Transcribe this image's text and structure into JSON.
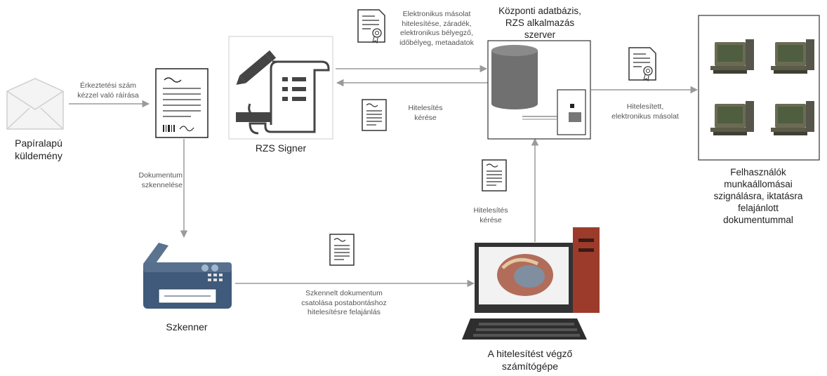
{
  "nodes": {
    "envelope": {
      "label_line1": "Papíralapú",
      "label_line2": "küldemény"
    },
    "signer": {
      "label": "RZS Signer"
    },
    "server": {
      "label_line1": "Központi adatbázis,",
      "label_line2": "RZS alkalmazás",
      "label_line3": "szerver"
    },
    "workstations": {
      "label_line1": "Felhasználók",
      "label_line2": "munkaállomásai",
      "label_line3": "szignálásra, iktatásra",
      "label_line4": "felajánlott",
      "label_line5": "dokumentummal"
    },
    "scanner": {
      "label": "Szkenner"
    },
    "computer": {
      "label_line1": "A hitelesítést végző",
      "label_line2": "számítógépe"
    }
  },
  "edges": {
    "e1": {
      "line1": "Érkeztetési szám",
      "line2": "kézzel való ráírása"
    },
    "e2": {
      "line1": "Dokumentum",
      "line2": "szkennelése"
    },
    "e3": {
      "line1": "Elektronikus másolat",
      "line2": "hitelesítése, záradék,",
      "line3": "elektronikus bélyegző,",
      "line4": "időbélyeg, metaadatok"
    },
    "e4": {
      "line1": "Hitelesítés",
      "line2": "kérése"
    },
    "e5": {
      "line1": "Hitelesített,",
      "line2": "elektronikus másolat"
    },
    "e6": {
      "line1": "Hitelesítés",
      "line2": "kérése"
    },
    "e7": {
      "line1": "Szkennelt dokumentum",
      "line2": "csatolása postabontáshoz",
      "line3": "hitelesítésre felajánlás"
    }
  },
  "icons": [
    "envelope-icon",
    "document-icon",
    "certificate-icon",
    "signer-icon",
    "database-icon",
    "printer-icon",
    "scanner-icon",
    "computer-icon",
    "workstation-icon"
  ],
  "colors": {
    "line": "#9a9a9a",
    "scanner": "#3f5a7a",
    "signer_dark": "#444444",
    "monitor": "#6b6b55"
  }
}
